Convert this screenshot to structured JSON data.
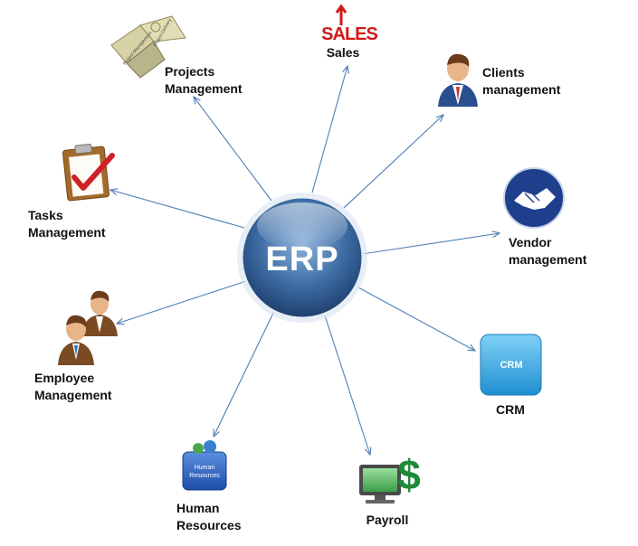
{
  "hub": {
    "label": "ERP"
  },
  "nodes": [
    {
      "id": "sales",
      "label_lines": [
        "Sales"
      ],
      "icon": "sales-logo-icon",
      "icon_text": "SALES"
    },
    {
      "id": "projects",
      "label_lines": [
        "Projects",
        "Management"
      ],
      "icon": "puzzle-pieces-icon",
      "icon_text_lines": [
        "Project Management",
        "Project Delivery"
      ]
    },
    {
      "id": "clients",
      "label_lines": [
        "Clients",
        "management"
      ],
      "icon": "businessman-icon"
    },
    {
      "id": "vendor",
      "label_lines": [
        "Vendor",
        "management"
      ],
      "icon": "handshake-icon"
    },
    {
      "id": "tasks",
      "label_lines": [
        "Tasks",
        "Management"
      ],
      "icon": "clipboard-checkmark-icon"
    },
    {
      "id": "crm",
      "label_lines": [
        "CRM"
      ],
      "icon": "crm-tile-icon",
      "icon_text": "CRM"
    },
    {
      "id": "employee",
      "label_lines": [
        "Employee",
        "Management"
      ],
      "icon": "people-icon"
    },
    {
      "id": "hr",
      "label_lines": [
        "Human",
        "Resources"
      ],
      "icon": "human-resources-tile-icon",
      "icon_text_lines": [
        "Human",
        "Resources"
      ]
    },
    {
      "id": "payroll",
      "label_lines": [
        "Payroll"
      ],
      "icon": "monitor-dollar-icon"
    }
  ],
  "colors": {
    "edge": "#4f7fb5",
    "hub_dark": "#1e3f6e",
    "hub_light": "#8fb3da",
    "label": "#111111",
    "sales_red": "#d11a1a"
  }
}
